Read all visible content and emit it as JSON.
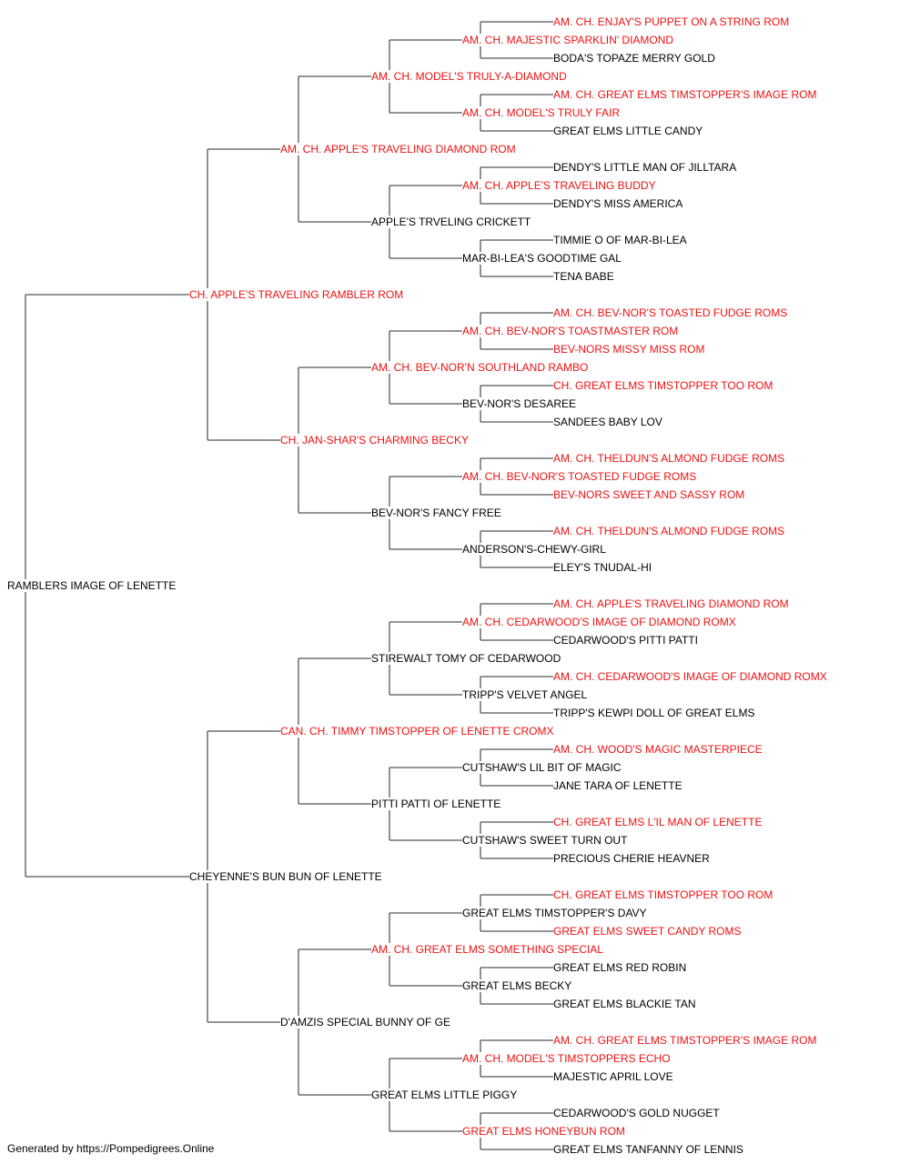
{
  "colors": {
    "titled": "#ee1111",
    "plain": "#000000",
    "line": "#555555"
  },
  "footer": "Generated by https://Pompedigrees.Online",
  "pedigree": {
    "name": "RAMBLERS IMAGE OF LENETTE",
    "titled": false,
    "sire": {
      "name": "CH. APPLE'S TRAVELING RAMBLER ROM",
      "titled": true,
      "sire": {
        "name": "AM. CH. APPLE'S TRAVELING DIAMOND ROM",
        "titled": true,
        "sire": {
          "name": "AM. CH. MODEL'S TRULY-A-DIAMOND",
          "titled": true,
          "sire": {
            "name": "AM. CH. MAJESTIC SPARKLIN' DIAMOND",
            "titled": true,
            "sire": {
              "name": "AM. CH. ENJAY'S PUPPET ON A STRING ROM",
              "titled": true
            },
            "dam": {
              "name": "BODA'S TOPAZE MERRY GOLD",
              "titled": false
            }
          },
          "dam": {
            "name": "AM. CH. MODEL'S TRULY FAIR",
            "titled": true,
            "sire": {
              "name": "AM. CH. GREAT ELMS TIMSTOPPER'S IMAGE ROM",
              "titled": true
            },
            "dam": {
              "name": "GREAT ELMS LITTLE CANDY",
              "titled": false
            }
          }
        },
        "dam": {
          "name": "APPLE'S TRVELING CRICKETT",
          "titled": false,
          "sire": {
            "name": "AM. CH. APPLE'S TRAVELING BUDDY",
            "titled": true,
            "sire": {
              "name": "DENDY'S LITTLE MAN OF JILLTARA",
              "titled": false
            },
            "dam": {
              "name": "DENDY'S MISS AMERICA",
              "titled": false
            }
          },
          "dam": {
            "name": "MAR-BI-LEA'S GOODTIME GAL",
            "titled": false,
            "sire": {
              "name": "TIMMIE O OF MAR-BI-LEA",
              "titled": false
            },
            "dam": {
              "name": "TENA BABE",
              "titled": false
            }
          }
        }
      },
      "dam": {
        "name": "CH. JAN-SHAR'S CHARMING BECKY",
        "titled": true,
        "sire": {
          "name": "AM. CH. BEV-NOR'N SOUTHLAND RAMBO",
          "titled": true,
          "sire": {
            "name": "AM. CH. BEV-NOR'S TOASTMASTER ROM",
            "titled": true,
            "sire": {
              "name": "AM. CH. BEV-NOR'S TOASTED FUDGE ROMS",
              "titled": true
            },
            "dam": {
              "name": "BEV-NORS MISSY MISS ROM",
              "titled": true
            }
          },
          "dam": {
            "name": "BEV-NOR'S DESAREE",
            "titled": false,
            "sire": {
              "name": "CH. GREAT ELMS TIMSTOPPER TOO ROM",
              "titled": true
            },
            "dam": {
              "name": "SANDEES BABY LOV",
              "titled": false
            }
          }
        },
        "dam": {
          "name": "BEV-NOR'S FANCY FREE",
          "titled": false,
          "sire": {
            "name": "AM. CH. BEV-NOR'S TOASTED FUDGE ROMS",
            "titled": true,
            "sire": {
              "name": "AM. CH. THELDUN'S ALMOND FUDGE ROMS",
              "titled": true
            },
            "dam": {
              "name": "BEV-NORS SWEET AND SASSY ROM",
              "titled": true
            }
          },
          "dam": {
            "name": "ANDERSON'S-CHEWY-GIRL",
            "titled": false,
            "sire": {
              "name": "AM. CH. THELDUN'S ALMOND FUDGE ROMS",
              "titled": true
            },
            "dam": {
              "name": "ELEY'S TNUDAL-HI",
              "titled": false
            }
          }
        }
      }
    },
    "dam": {
      "name": "CHEYENNE'S BUN BUN OF LENETTE",
      "titled": false,
      "sire": {
        "name": "CAN. CH. TIMMY TIMSTOPPER OF LENETTE CROMX",
        "titled": true,
        "sire": {
          "name": "STIREWALT TOMY OF CEDARWOOD",
          "titled": false,
          "sire": {
            "name": "AM. CH. CEDARWOOD'S IMAGE OF DIAMOND ROMX",
            "titled": true,
            "sire": {
              "name": "AM. CH. APPLE'S TRAVELING DIAMOND ROM",
              "titled": true
            },
            "dam": {
              "name": "CEDARWOOD'S PITTI PATTI",
              "titled": false
            }
          },
          "dam": {
            "name": "TRIPP'S VELVET ANGEL",
            "titled": false,
            "sire": {
              "name": "AM. CH. CEDARWOOD'S IMAGE OF DIAMOND ROMX",
              "titled": true
            },
            "dam": {
              "name": "TRIPP'S KEWPI DOLL OF GREAT ELMS",
              "titled": false
            }
          }
        },
        "dam": {
          "name": "PITTI PATTI OF LENETTE",
          "titled": false,
          "sire": {
            "name": "CUTSHAW'S LIL BIT OF MAGIC",
            "titled": false,
            "sire": {
              "name": "AM. CH. WOOD'S MAGIC MASTERPIECE",
              "titled": true
            },
            "dam": {
              "name": "JANE TARA OF LENETTE",
              "titled": false
            }
          },
          "dam": {
            "name": "CUTSHAW'S SWEET TURN OUT",
            "titled": false,
            "sire": {
              "name": "CH. GREAT ELMS L'IL MAN OF LENETTE",
              "titled": true
            },
            "dam": {
              "name": "PRECIOUS CHERIE HEAVNER",
              "titled": false
            }
          }
        }
      },
      "dam": {
        "name": "D'AMZIS SPECIAL BUNNY OF GE",
        "titled": false,
        "sire": {
          "name": "AM. CH. GREAT ELMS SOMETHING SPECIAL",
          "titled": true,
          "sire": {
            "name": "GREAT ELMS TIMSTOPPER'S DAVY",
            "titled": false,
            "sire": {
              "name": "CH. GREAT ELMS TIMSTOPPER TOO ROM",
              "titled": true
            },
            "dam": {
              "name": "GREAT ELMS SWEET CANDY ROMS",
              "titled": true
            }
          },
          "dam": {
            "name": "GREAT ELMS BECKY",
            "titled": false,
            "sire": {
              "name": "GREAT ELMS RED ROBIN",
              "titled": false
            },
            "dam": {
              "name": "GREAT ELMS BLACKIE TAN",
              "titled": false
            }
          }
        },
        "dam": {
          "name": "GREAT ELMS LITTLE PIGGY",
          "titled": false,
          "sire": {
            "name": "AM. CH. MODEL'S TIMSTOPPERS ECHO",
            "titled": true,
            "sire": {
              "name": "AM. CH. GREAT ELMS TIMSTOPPER'S IMAGE ROM",
              "titled": true
            },
            "dam": {
              "name": "MAJESTIC APRIL LOVE",
              "titled": false
            }
          },
          "dam": {
            "name": "GREAT ELMS HONEYBUN ROM",
            "titled": true,
            "sire": {
              "name": "CEDARWOOD'S GOLD NUGGET",
              "titled": false
            },
            "dam": {
              "name": "GREAT ELMS TANFANNY OF LENNIS",
              "titled": false
            }
          }
        }
      }
    }
  }
}
